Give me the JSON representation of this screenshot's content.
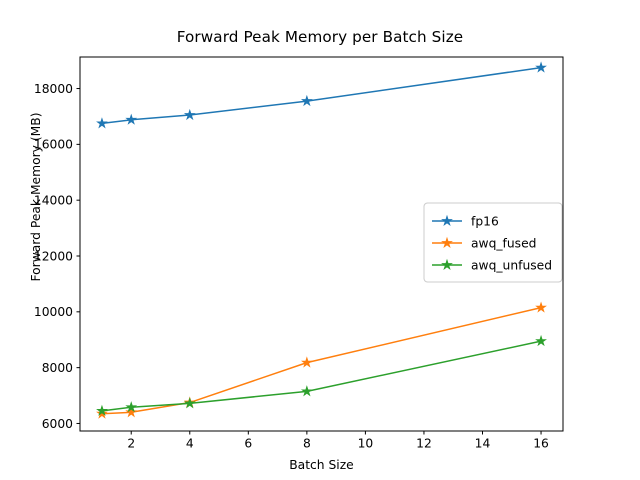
{
  "chart_data": {
    "type": "line",
    "title": "Forward Peak Memory per Batch Size",
    "xlabel": "Batch Size",
    "ylabel": "Forward Peak Memory (MB)",
    "x": [
      1,
      2,
      4,
      8,
      16
    ],
    "xlim": [
      0.25,
      16.75
    ],
    "ylim": [
      5730,
      19130
    ],
    "xticks": [
      2,
      4,
      6,
      8,
      10,
      12,
      14,
      16
    ],
    "xtick_labels": [
      "2",
      "4",
      "6",
      "8",
      "10",
      "12",
      "14",
      "16"
    ],
    "yticks": [
      6000,
      8000,
      10000,
      12000,
      14000,
      16000,
      18000
    ],
    "ytick_labels": [
      "6000",
      "8000",
      "10000",
      "12000",
      "14000",
      "16000",
      "18000"
    ],
    "grid": false,
    "legend_position": "center right",
    "marker": "star",
    "series": [
      {
        "name": "fp16",
        "color": "#1f77b4",
        "values": [
          16750,
          16880,
          17050,
          17550,
          18750
        ]
      },
      {
        "name": "awq_fused",
        "color": "#ff7f0e",
        "values": [
          6350,
          6400,
          6750,
          8180,
          10150
        ]
      },
      {
        "name": "awq_unfused",
        "color": "#2ca02c",
        "values": [
          6450,
          6580,
          6720,
          7150,
          8950
        ]
      }
    ]
  },
  "figure": {
    "background": "#ffffff",
    "axes_color": "#000000"
  }
}
